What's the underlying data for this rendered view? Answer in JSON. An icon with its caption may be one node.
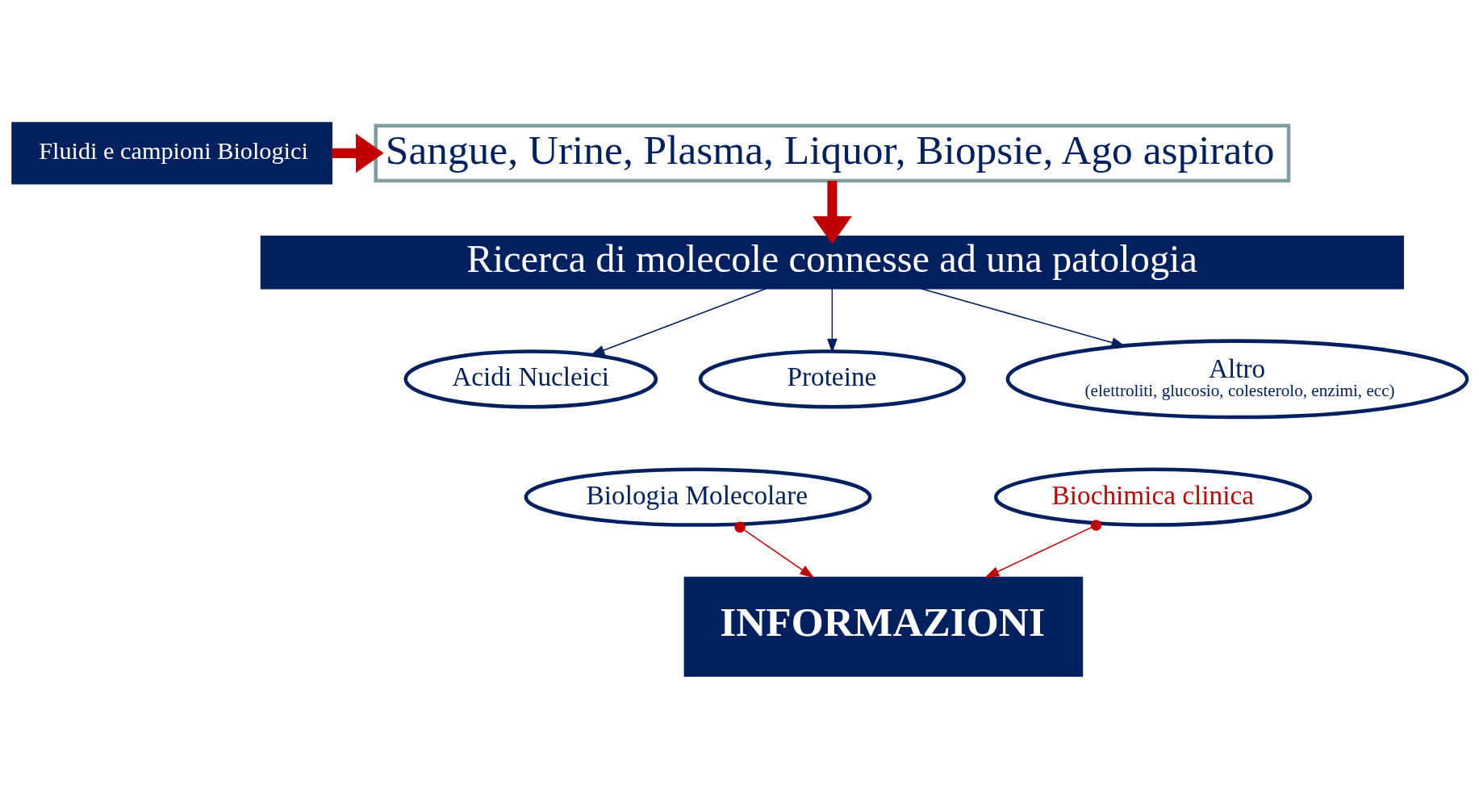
{
  "diagram": {
    "nodes": [
      {
        "text": [
          "Fluidi e campioni Biologici"
        ]
      },
      {
        "text": [
          "Sangue, Urine, Plasma, Liquor, Biopsie, Ago aspirato"
        ]
      },
      {
        "text": [
          "Ricerca di molecole connesse ad una patologia"
        ]
      },
      {
        "text": [
          "Acidi Nucleici"
        ]
      },
      {
        "text": [
          "Proteine"
        ]
      },
      {
        "text": [
          "Altro",
          "(elettroliti, glucosio, colesterolo, enzimi, ecc)"
        ]
      },
      {
        "text": [
          "Biologia Molecolare"
        ]
      },
      {
        "text": [
          "Biochimica clinica"
        ]
      },
      {
        "text": [
          "INFORMAZIONI"
        ]
      }
    ],
    "edges": [
      {
        "from": 0,
        "to": 1,
        "arrow": "to",
        "style": "thick",
        "color": "#c00000"
      },
      {
        "from": 1,
        "to": 2,
        "arrow": "to",
        "style": "thick",
        "color": "#c00000"
      },
      {
        "from": 2,
        "to": 3,
        "arrow": "to",
        "color": "#002060"
      },
      {
        "from": 2,
        "to": 4,
        "arrow": "to",
        "color": "#002060"
      },
      {
        "from": 2,
        "to": 5,
        "arrow": "to",
        "color": "#002060"
      },
      {
        "from": 6,
        "to": 8,
        "arrow": "to",
        "color": "#c00000"
      },
      {
        "from": 7,
        "to": 8,
        "arrow": "to",
        "color": "#c00000"
      }
    ]
  }
}
